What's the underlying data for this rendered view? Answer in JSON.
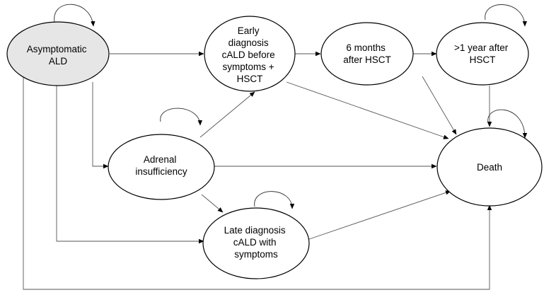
{
  "diagram": {
    "colors": {
      "start_fill": "#e6e6e6",
      "node_fill": "#ffffff",
      "stroke": "#000000"
    },
    "nodes": {
      "asymptomatic": {
        "lines": [
          "Asymptomatic",
          "ALD"
        ]
      },
      "early": {
        "lines": [
          "Early",
          "diagnosis",
          "cALD before",
          "symptoms +",
          "HSCT"
        ]
      },
      "six_months": {
        "lines": [
          "6 months",
          "after HSCT"
        ]
      },
      "one_year": {
        "lines": [
          ">1 year after",
          "HSCT"
        ]
      },
      "adrenal": {
        "lines": [
          "Adrenal",
          "insufficiency"
        ]
      },
      "death": {
        "lines": [
          "Death"
        ]
      },
      "late": {
        "lines": [
          "Late diagnosis",
          "cALD with",
          "symptoms"
        ]
      }
    }
  }
}
